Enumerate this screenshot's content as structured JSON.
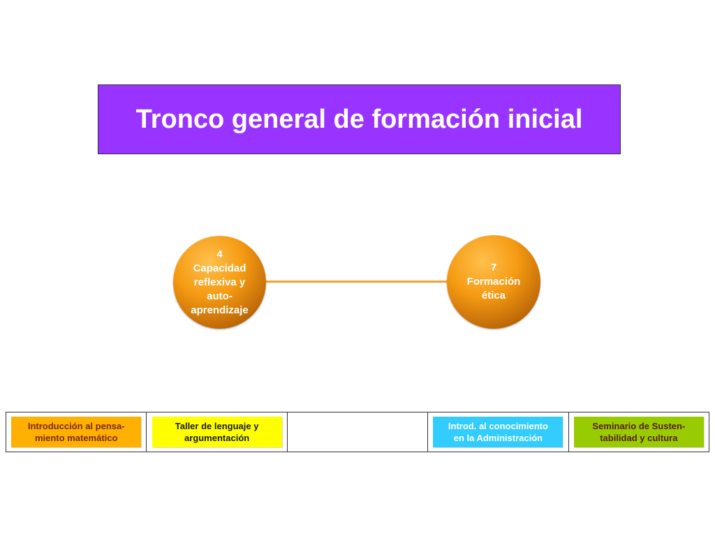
{
  "title": "Tronco general de formación inicial",
  "nodes": [
    {
      "number": "4",
      "lines": [
        "Capacidad",
        "reflexiva y",
        "auto-",
        "aprendizaje"
      ]
    },
    {
      "number": "7",
      "lines": [
        "Formación",
        "ética"
      ]
    }
  ],
  "courses": [
    {
      "lines": [
        "Introducción al pensa-",
        "miento matemático"
      ],
      "color": "#ffb000"
    },
    {
      "lines": [
        "Taller de lenguaje y",
        "argumentación"
      ],
      "color": "#ffff00"
    },
    {
      "lines": [
        "Introd. al conocimiento",
        "en la Administración"
      ],
      "color": "#33ccff"
    },
    {
      "lines": [
        "Seminario de Susten-",
        "tabilidad y cultura"
      ],
      "color": "#99cc00"
    }
  ],
  "colors": {
    "title_bg": "#9933ff",
    "node_orange": "#f59a12",
    "connector": "#f5a22d"
  }
}
